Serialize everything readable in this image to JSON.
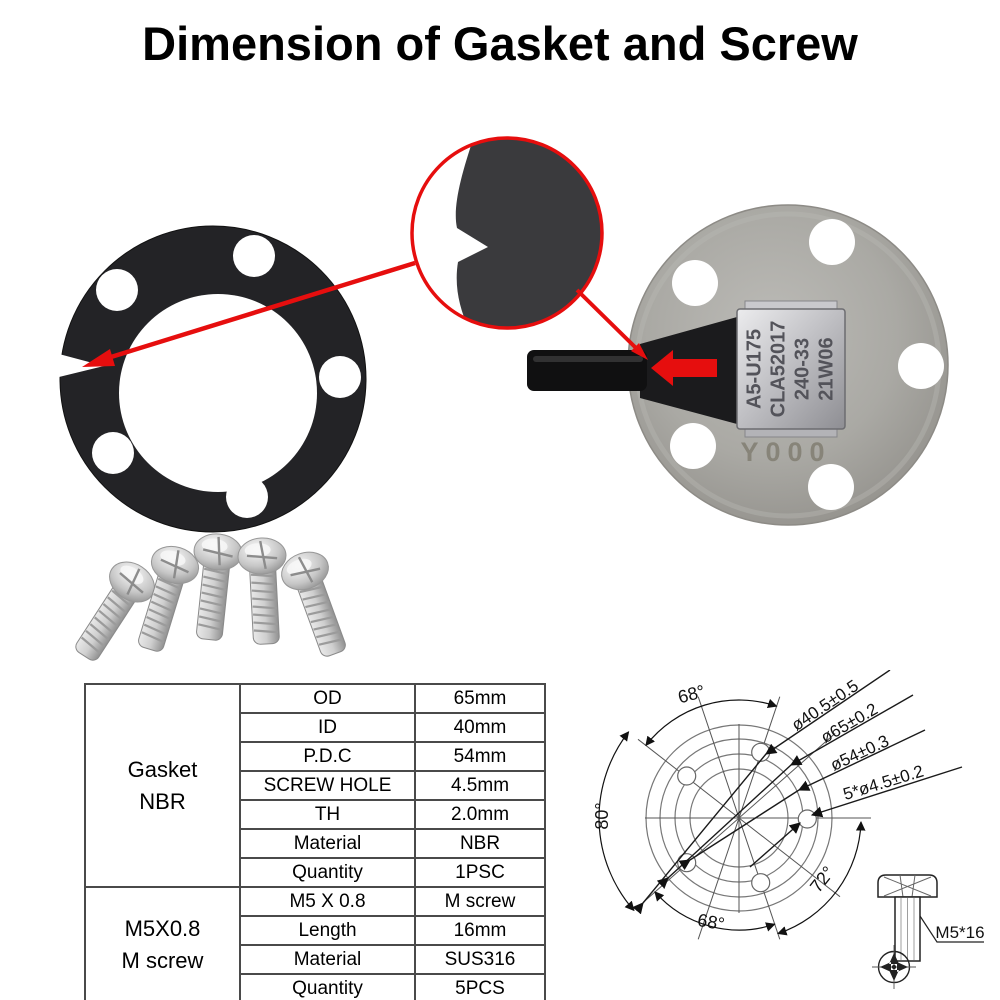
{
  "title": "Dimension of Gasket and Screw",
  "accent_red": "#e60e0e",
  "flange": {
    "plate_lines": [
      "A5-U175",
      "CLA52017",
      "240-33",
      "21W06"
    ],
    "stamp": "Y000"
  },
  "spec_table": {
    "sections": [
      {
        "header_lines": [
          "Gasket",
          "NBR"
        ],
        "rows": [
          [
            "OD",
            "65mm"
          ],
          [
            "ID",
            "40mm"
          ],
          [
            "P.D.C",
            "54mm"
          ],
          [
            "SCREW HOLE",
            "4.5mm"
          ],
          [
            "TH",
            "2.0mm"
          ],
          [
            "Material",
            "NBR"
          ],
          [
            "Quantity",
            "1PSC"
          ]
        ]
      },
      {
        "header_lines": [
          "M5X0.8",
          "M screw"
        ],
        "rows": [
          [
            "M5 X 0.8",
            "M screw"
          ],
          [
            "Length",
            "16mm"
          ],
          [
            "Material",
            "SUS316"
          ],
          [
            "Quantity",
            "5PCS"
          ]
        ]
      }
    ]
  },
  "drawing": {
    "dim_labels": [
      "ø40.5±0.5",
      "ø65±0.2",
      "ø54±0.3",
      "5*ø4.5±0.2"
    ],
    "angle_labels": [
      "68°",
      "80°",
      "68°",
      "72°"
    ],
    "screw_label": "M5*16"
  }
}
